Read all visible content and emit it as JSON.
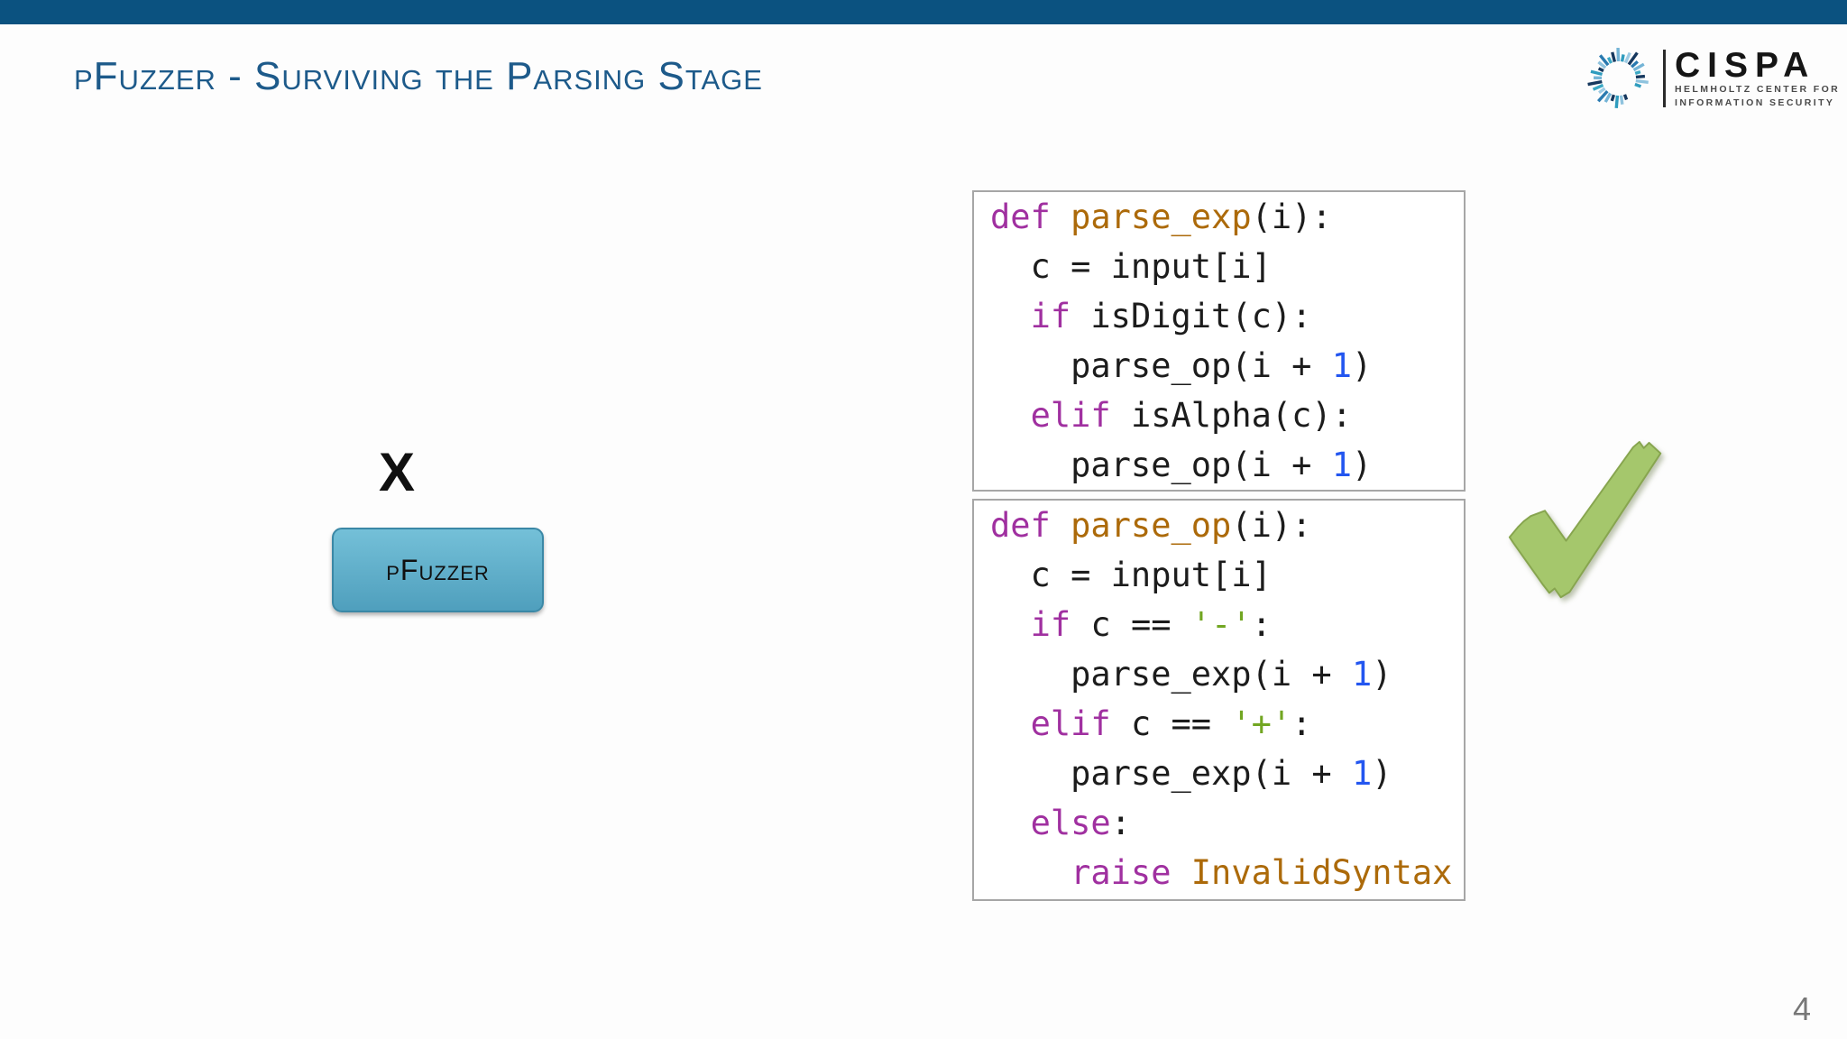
{
  "slide": {
    "title": "pFuzzer - Surviving the Parsing Stage",
    "page_number": "4"
  },
  "logo": {
    "name": "CISPA",
    "subtitle_line1": "HELMHOLTZ CENTER FOR",
    "subtitle_line2": "INFORMATION SECURITY",
    "ring_tick_colors": [
      "#16385e",
      "#8fc3de",
      "#2f9cbe",
      "#16385e",
      "#74b4d6",
      "#2a7ab0",
      "#9dcbe4",
      "#3aa8c4",
      "#16385e",
      "#74b4d6",
      "#2f9cbe",
      "#16385e",
      "#8fc3de",
      "#2a7ab0",
      "#3aa8c4",
      "#16385e",
      "#74b4d6",
      "#2f9cbe",
      "#9dcbe4",
      "#16385e",
      "#2a7ab0",
      "#74b4d6",
      "#3aa8c4",
      "#16385e",
      "#8fc3de",
      "#2f9cbe"
    ]
  },
  "fuzzer": {
    "input_label": "X",
    "label": "pFuzzer"
  },
  "theme": {
    "slide_bg": "#fdfdfd",
    "topbar_bg": "#0b5280",
    "title_color": "#1d5a8a",
    "code_box_border": "#a6a6a6",
    "code_keyword": "#a030a0",
    "code_function": "#ac6a0a",
    "code_number": "#2356f0",
    "code_string": "#72a622",
    "code_plain": "#1c1c1c",
    "fuzzer_fill_top": "#74c0d8",
    "fuzzer_fill_bottom": "#4f9fbd",
    "fuzzer_border": "#3b88a6",
    "fuzzer_text": "#101010",
    "input_label_color": "#101010",
    "check_fill": "#a5c76c",
    "check_stroke": "#87a54f",
    "page_number_color": "#777777",
    "logo_text_color": "#151515",
    "logo_subtitle_color": "#4a4a4a"
  },
  "code_blocks": [
    {
      "name": "parse_exp",
      "lines": [
        [
          {
            "t": "def ",
            "c": "kw"
          },
          {
            "t": "parse_exp",
            "c": "fn"
          },
          {
            "t": "(i):",
            "c": "pl"
          }
        ],
        [
          {
            "t": "  c = input[i]",
            "c": "pl"
          }
        ],
        [
          {
            "t": "  ",
            "c": "pl"
          },
          {
            "t": "if",
            "c": "kw"
          },
          {
            "t": " isDigit(c):",
            "c": "pl"
          }
        ],
        [
          {
            "t": "    parse_op(i + ",
            "c": "pl"
          },
          {
            "t": "1",
            "c": "num"
          },
          {
            "t": ")",
            "c": "pl"
          }
        ],
        [
          {
            "t": "  ",
            "c": "pl"
          },
          {
            "t": "elif",
            "c": "kw"
          },
          {
            "t": " isAlpha(c):",
            "c": "pl"
          }
        ],
        [
          {
            "t": "    parse_op(i + ",
            "c": "pl"
          },
          {
            "t": "1",
            "c": "num"
          },
          {
            "t": ")",
            "c": "pl"
          }
        ]
      ]
    },
    {
      "name": "parse_op",
      "lines": [
        [
          {
            "t": "def ",
            "c": "kw"
          },
          {
            "t": "parse_op",
            "c": "fn"
          },
          {
            "t": "(i):",
            "c": "pl"
          }
        ],
        [
          {
            "t": "  c = input[i]",
            "c": "pl"
          }
        ],
        [
          {
            "t": "  ",
            "c": "pl"
          },
          {
            "t": "if",
            "c": "kw"
          },
          {
            "t": " c == ",
            "c": "pl"
          },
          {
            "t": "'-'",
            "c": "str"
          },
          {
            "t": ":",
            "c": "pl"
          }
        ],
        [
          {
            "t": "    parse_exp(i + ",
            "c": "pl"
          },
          {
            "t": "1",
            "c": "num"
          },
          {
            "t": ")",
            "c": "pl"
          }
        ],
        [
          {
            "t": "  ",
            "c": "pl"
          },
          {
            "t": "elif",
            "c": "kw"
          },
          {
            "t": " c == ",
            "c": "pl"
          },
          {
            "t": "'+'",
            "c": "str"
          },
          {
            "t": ":",
            "c": "pl"
          }
        ],
        [
          {
            "t": "    parse_exp(i + ",
            "c": "pl"
          },
          {
            "t": "1",
            "c": "num"
          },
          {
            "t": ")",
            "c": "pl"
          }
        ],
        [
          {
            "t": "  ",
            "c": "pl"
          },
          {
            "t": "else",
            "c": "kw"
          },
          {
            "t": ":",
            "c": "pl"
          }
        ],
        [
          {
            "t": "    ",
            "c": "pl"
          },
          {
            "t": "raise",
            "c": "kw"
          },
          {
            "t": " ",
            "c": "pl"
          },
          {
            "t": "InvalidSyntax",
            "c": "fn"
          }
        ]
      ]
    }
  ]
}
